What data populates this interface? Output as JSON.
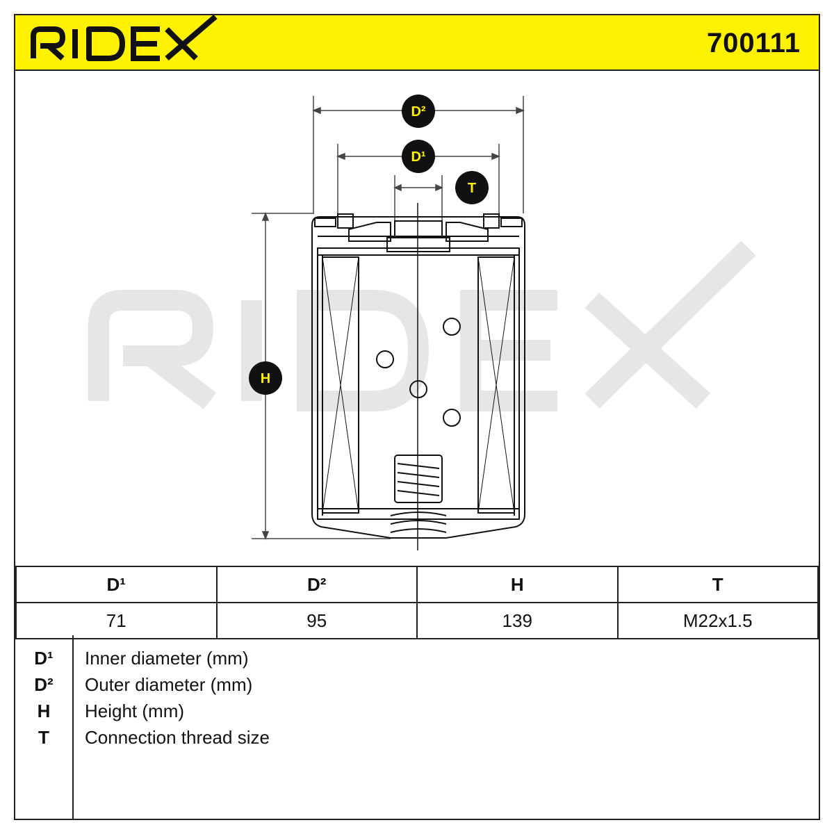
{
  "header": {
    "brand": "RIDEX",
    "part_number": "700111",
    "brand_color": "#111111",
    "background_color": "#FFF200"
  },
  "drawing": {
    "watermark": "RIDEX",
    "watermark_color": "#E6E6E6",
    "badge_color": "#111111",
    "badge_text_color": "#FFF200",
    "labels": {
      "outer": "D²",
      "inner": "D¹",
      "thread": "T",
      "height": "H"
    }
  },
  "table": {
    "headers": [
      "D¹",
      "D²",
      "H",
      "T"
    ],
    "values": [
      "71",
      "95",
      "139",
      "M22x1.5"
    ]
  },
  "legend": [
    {
      "symbol": "D¹",
      "text": "Inner diameter (mm)"
    },
    {
      "symbol": "D²",
      "text": "Outer diameter (mm)"
    },
    {
      "symbol": "H",
      "text": "Height (mm)"
    },
    {
      "symbol": "T",
      "text": "Connection thread size"
    }
  ]
}
